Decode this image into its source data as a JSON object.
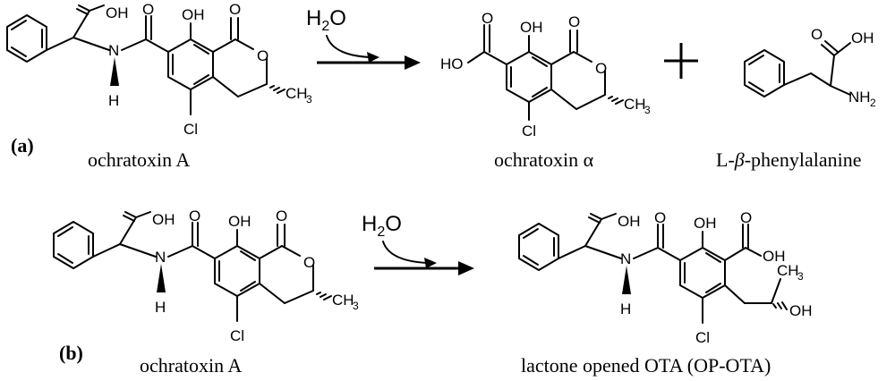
{
  "panel_a": {
    "label": "(a)",
    "reactant_caption": "ochratoxin A",
    "reagent": "H",
    "reagent_sub": "2",
    "reagent_tail": "O",
    "plus": "+",
    "product1_caption": "ochratoxin α",
    "product2_caption_pre": "L-",
    "product2_caption_greek": "β",
    "product2_caption_post": "-phenylalanine"
  },
  "panel_b": {
    "label": "(b)",
    "reactant_caption": "ochratoxin A",
    "reagent": "H",
    "reagent_sub": "2",
    "reagent_tail": "O",
    "product_caption": "lactone opened OTA (OP-OTA)"
  },
  "atoms": {
    "oh": "OH",
    "o": "O",
    "n": "N",
    "h": "H",
    "cl": "Cl",
    "ch": "CH",
    "ch_sub": "3",
    "ho": "HO",
    "nh": "NH",
    "nh_sub": "2"
  }
}
